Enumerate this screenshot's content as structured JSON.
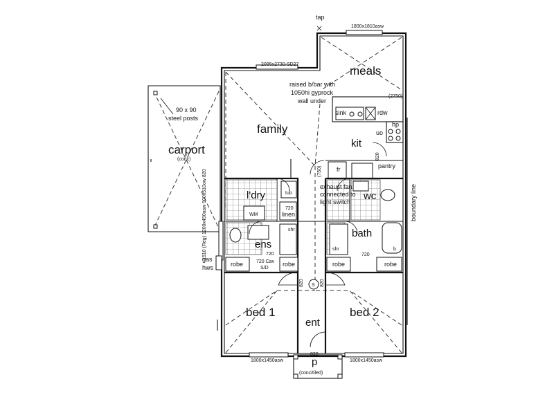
{
  "rooms": {
    "meals": "meals",
    "family": "family",
    "carport": "carport",
    "carport_sub": "(conc)",
    "kit": "kit",
    "pantry": "pantry",
    "ldry": "l'dry",
    "linen": "linen",
    "wc": "wc",
    "bath": "bath",
    "ens": "ens",
    "bed1": "bed 1",
    "bed2": "bed 2",
    "ent": "ent",
    "porch": "p",
    "porch_sub": "(conc/tiled)"
  },
  "labels": {
    "tap": "tap",
    "window_meals": "1800x1810asw",
    "window_family": "2095x2730-SD27",
    "raised_bar_1": "raised b/bar with",
    "raised_bar_2": "1050hi gyprock",
    "raised_bar_3": "wall under",
    "kitchen_dim": "(2750)",
    "sink": "sink",
    "dw": "rdw",
    "hp": "hp",
    "uo": "uo",
    "steel_posts_1": "90 x 90",
    "steel_posts_2": "steel posts",
    "fr": "fr",
    "dim_750": "(750)",
    "dim_820a": "820",
    "exhaust_1": "exhaust fan",
    "exhaust_2": "connected to",
    "exhaust_3": "light switch",
    "boundary": "boundary line",
    "tub": "tub",
    "wm": "WM",
    "dim_720a": "720",
    "dim_720b": "720",
    "dim_720c": "720",
    "shr_ens": "shr",
    "shr_bath": "shr",
    "side_dim": "1510 (Reg) 1200x450asw 900x510ow 820",
    "robe_1": "robe",
    "robe_2": "robe",
    "robe_3": "robe",
    "robe_4": "robe",
    "cav_sd_1": "720 Cav",
    "cav_sd_2": "S/D",
    "gas": "gas",
    "hws": "hws",
    "dim_820b": "820",
    "dim_820c": "820",
    "smoke": "S",
    "dim_ent": "820",
    "window_bed1": "1800x1450asw",
    "window_bed2": "1800x1450asw",
    "b": "b"
  }
}
